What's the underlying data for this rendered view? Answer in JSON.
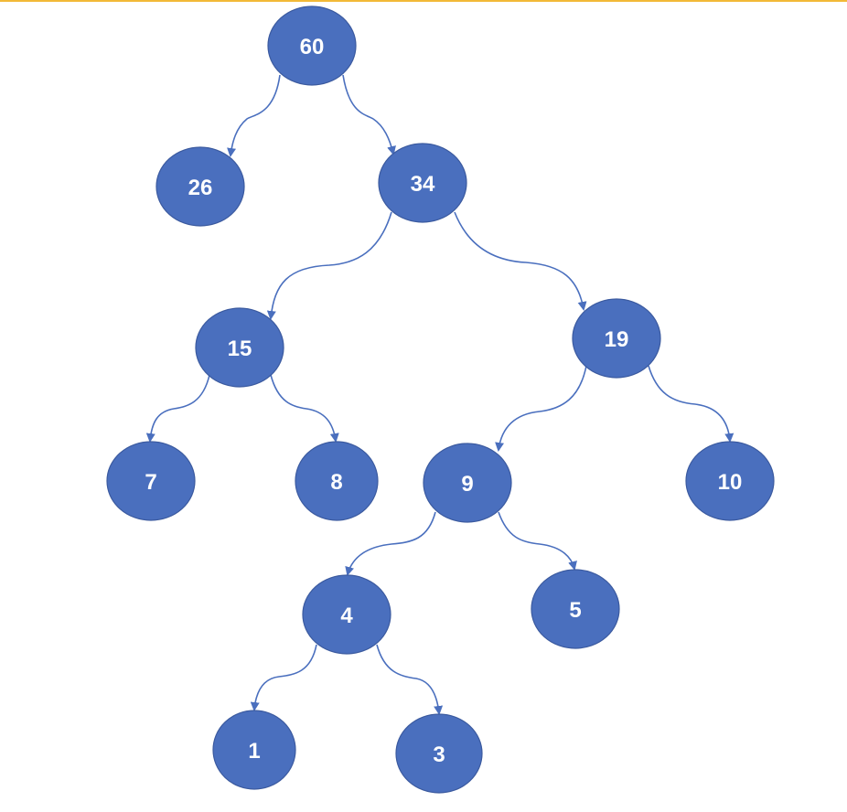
{
  "colors": {
    "node_fill": "#4a6fbe",
    "node_stroke": "#3b5a9f",
    "edge": "#4a6fbe",
    "top_rule": "#f2b937"
  },
  "nodes": [
    {
      "id": "n60",
      "label": "60"
    },
    {
      "id": "n26",
      "label": "26"
    },
    {
      "id": "n34",
      "label": "34"
    },
    {
      "id": "n15",
      "label": "15"
    },
    {
      "id": "n19",
      "label": "19"
    },
    {
      "id": "n7",
      "label": "7"
    },
    {
      "id": "n8",
      "label": "8"
    },
    {
      "id": "n9",
      "label": "9"
    },
    {
      "id": "n10",
      "label": "10"
    },
    {
      "id": "n4",
      "label": "4"
    },
    {
      "id": "n5",
      "label": "5"
    },
    {
      "id": "n1",
      "label": "1"
    },
    {
      "id": "n3",
      "label": "3"
    }
  ],
  "edges": [
    {
      "from": "60",
      "to": "26"
    },
    {
      "from": "60",
      "to": "34"
    },
    {
      "from": "34",
      "to": "15"
    },
    {
      "from": "34",
      "to": "19"
    },
    {
      "from": "15",
      "to": "7"
    },
    {
      "from": "15",
      "to": "8"
    },
    {
      "from": "19",
      "to": "9"
    },
    {
      "from": "19",
      "to": "10"
    },
    {
      "from": "9",
      "to": "4"
    },
    {
      "from": "9",
      "to": "5"
    },
    {
      "from": "4",
      "to": "1"
    },
    {
      "from": "4",
      "to": "3"
    }
  ]
}
